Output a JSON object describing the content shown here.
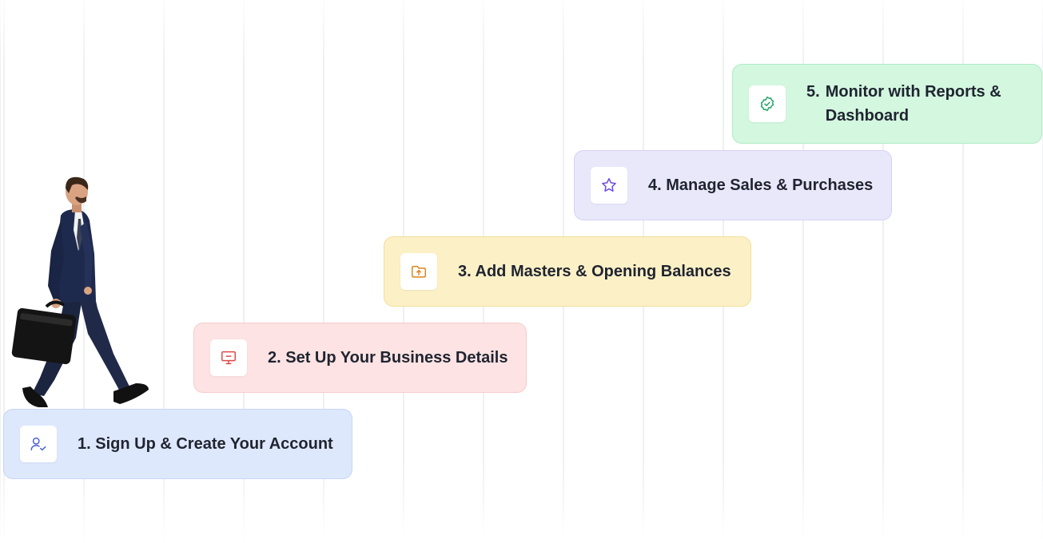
{
  "steps": [
    {
      "number": "1.",
      "text": "Sign Up & Create Your Account",
      "icon": "user-check-icon",
      "accent": "#4b5fd6"
    },
    {
      "number": "2.",
      "text": "Set Up Your Business Details",
      "icon": "monitor-icon",
      "accent": "#e04848"
    },
    {
      "number": "3.",
      "text": "Add Masters & Opening Balances",
      "icon": "folder-upload-icon",
      "accent": "#d9841c"
    },
    {
      "number": "4.",
      "text": "Manage Sales & Purchases",
      "icon": "star-icon",
      "accent": "#6a45e6"
    },
    {
      "number": "5.",
      "text": "Monitor with Reports & Dashboard",
      "icon": "check-badge-icon",
      "accent": "#21a366"
    }
  ],
  "colors": {
    "step1_bg": "#dee8fc",
    "step2_bg": "#fde3e3",
    "step3_bg": "#fcf0c6",
    "step4_bg": "#e9e8fb",
    "step5_bg": "#d3f7df",
    "text": "#1f2430"
  }
}
